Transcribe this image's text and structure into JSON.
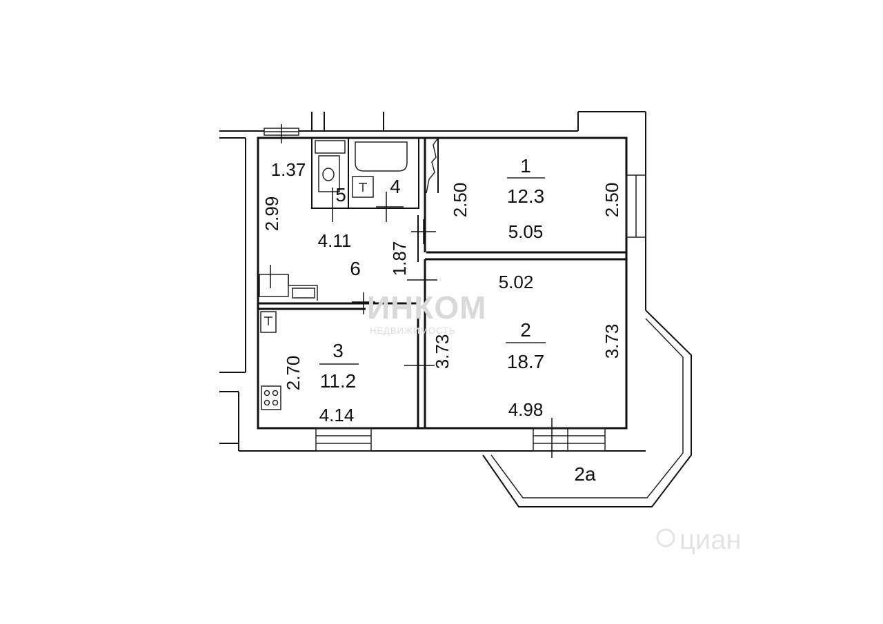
{
  "rooms": {
    "r1": {
      "number": "1",
      "area": "12.3",
      "dim_left": "2.50",
      "dim_right": "2.50",
      "dim_bottom": "5.05"
    },
    "r2": {
      "number": "2",
      "area": "18.7",
      "dim_top": "5.02",
      "dim_left": "3.73",
      "dim_right": "3.73",
      "dim_bottom": "4.98"
    },
    "r3": {
      "number": "3",
      "area": "11.2",
      "dim_left": "2.70",
      "dim_bottom": "4.14"
    },
    "r4": {
      "number": "4"
    },
    "r5": {
      "number": "5"
    },
    "r6": {
      "number": "6",
      "dim_top": "1.37",
      "dim_left": "2.99",
      "dim_bottom": "4.11",
      "dim_right": "1.87"
    },
    "balcony": {
      "label": "2а"
    }
  },
  "watermarks": {
    "agency": "ИНКОМ",
    "agency_sub": "НЕДВИЖИМОСТЬ",
    "site": "циан"
  }
}
